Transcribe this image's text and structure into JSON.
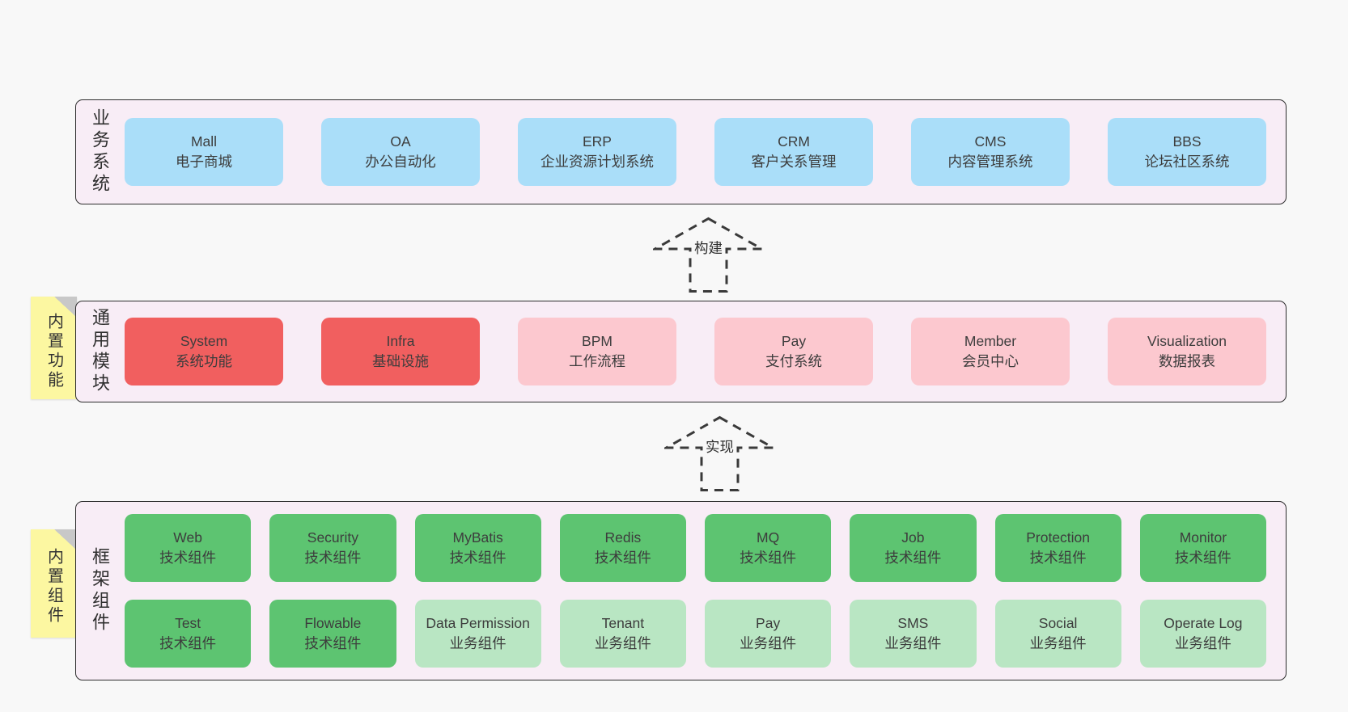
{
  "colors": {
    "canvas_bg": "#f8f8f8",
    "band_bg": "#f8edf6",
    "band_border": "#2d2d2d",
    "blue_box": "#aadef9",
    "red_box": "#f15f5f",
    "pink_box": "#fcc8cf",
    "green_box": "#5dc471",
    "light_green_box": "#b9e6c3",
    "sticky_yellow": "#fcf7a1",
    "fold_gray": "#c8c8c8",
    "text": "#3d3d3d"
  },
  "stickies": [
    {
      "label": "内置功能"
    },
    {
      "label": "内置组件"
    }
  ],
  "arrows": [
    {
      "label": "构建"
    },
    {
      "label": "实现"
    }
  ],
  "bands": [
    {
      "label": "业务系统",
      "boxes": [
        {
          "name": "Mall",
          "desc": "电子商城"
        },
        {
          "name": "OA",
          "desc": "办公自动化"
        },
        {
          "name": "ERP",
          "desc": "企业资源计划系统"
        },
        {
          "name": "CRM",
          "desc": "客户关系管理"
        },
        {
          "name": "CMS",
          "desc": "内容管理系统"
        },
        {
          "name": "BBS",
          "desc": "论坛社区系统"
        }
      ]
    },
    {
      "label": "通用模块",
      "boxes": [
        {
          "name": "System",
          "desc": "系统功能"
        },
        {
          "name": "Infra",
          "desc": "基础设施"
        },
        {
          "name": "BPM",
          "desc": "工作流程"
        },
        {
          "name": "Pay",
          "desc": "支付系统"
        },
        {
          "name": "Member",
          "desc": "会员中心"
        },
        {
          "name": "Visualization",
          "desc": "数据报表"
        }
      ]
    },
    {
      "label": "框架组件",
      "rows": [
        [
          {
            "name": "Web",
            "desc": "技术组件"
          },
          {
            "name": "Security",
            "desc": "技术组件"
          },
          {
            "name": "MyBatis",
            "desc": "技术组件"
          },
          {
            "name": "Redis",
            "desc": "技术组件"
          },
          {
            "name": "MQ",
            "desc": "技术组件"
          },
          {
            "name": "Job",
            "desc": "技术组件"
          },
          {
            "name": "Protection",
            "desc": "技术组件"
          },
          {
            "name": "Monitor",
            "desc": "技术组件"
          }
        ],
        [
          {
            "name": "Test",
            "desc": "技术组件"
          },
          {
            "name": "Flowable",
            "desc": "技术组件"
          },
          {
            "name": "Data Permission",
            "desc": "业务组件"
          },
          {
            "name": "Tenant",
            "desc": "业务组件"
          },
          {
            "name": "Pay",
            "desc": "业务组件"
          },
          {
            "name": "SMS",
            "desc": "业务组件"
          },
          {
            "name": "Social",
            "desc": "业务组件"
          },
          {
            "name": "Operate Log",
            "desc": "业务组件"
          }
        ]
      ]
    }
  ]
}
